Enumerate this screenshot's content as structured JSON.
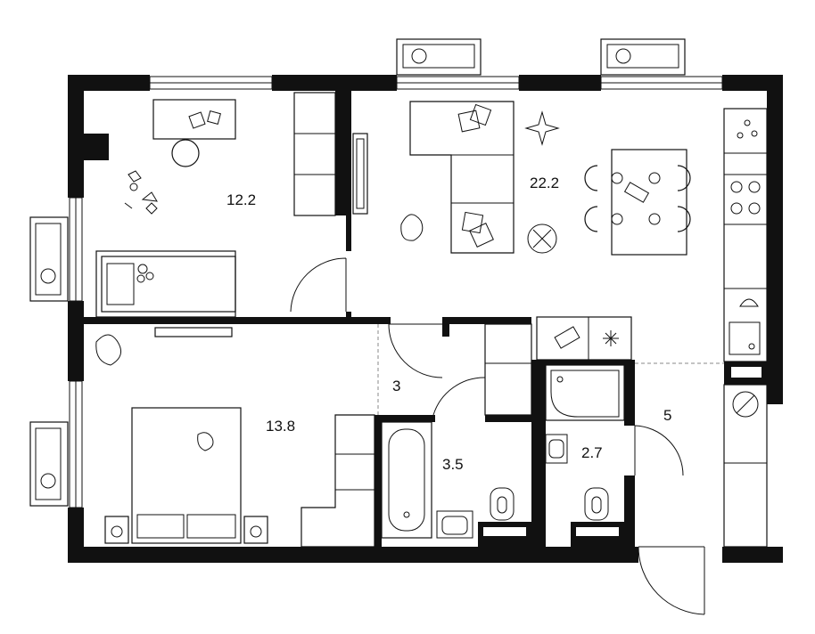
{
  "rooms": {
    "room_1": "12.2",
    "room_2": "22.2",
    "room_3": "13.8",
    "room_4": "3",
    "room_5": "3.5",
    "room_6": "2.7",
    "room_7": "5"
  },
  "colors": {
    "wall": "#111111",
    "fixture_fill": "#f2f2f2",
    "background": "#ffffff"
  }
}
